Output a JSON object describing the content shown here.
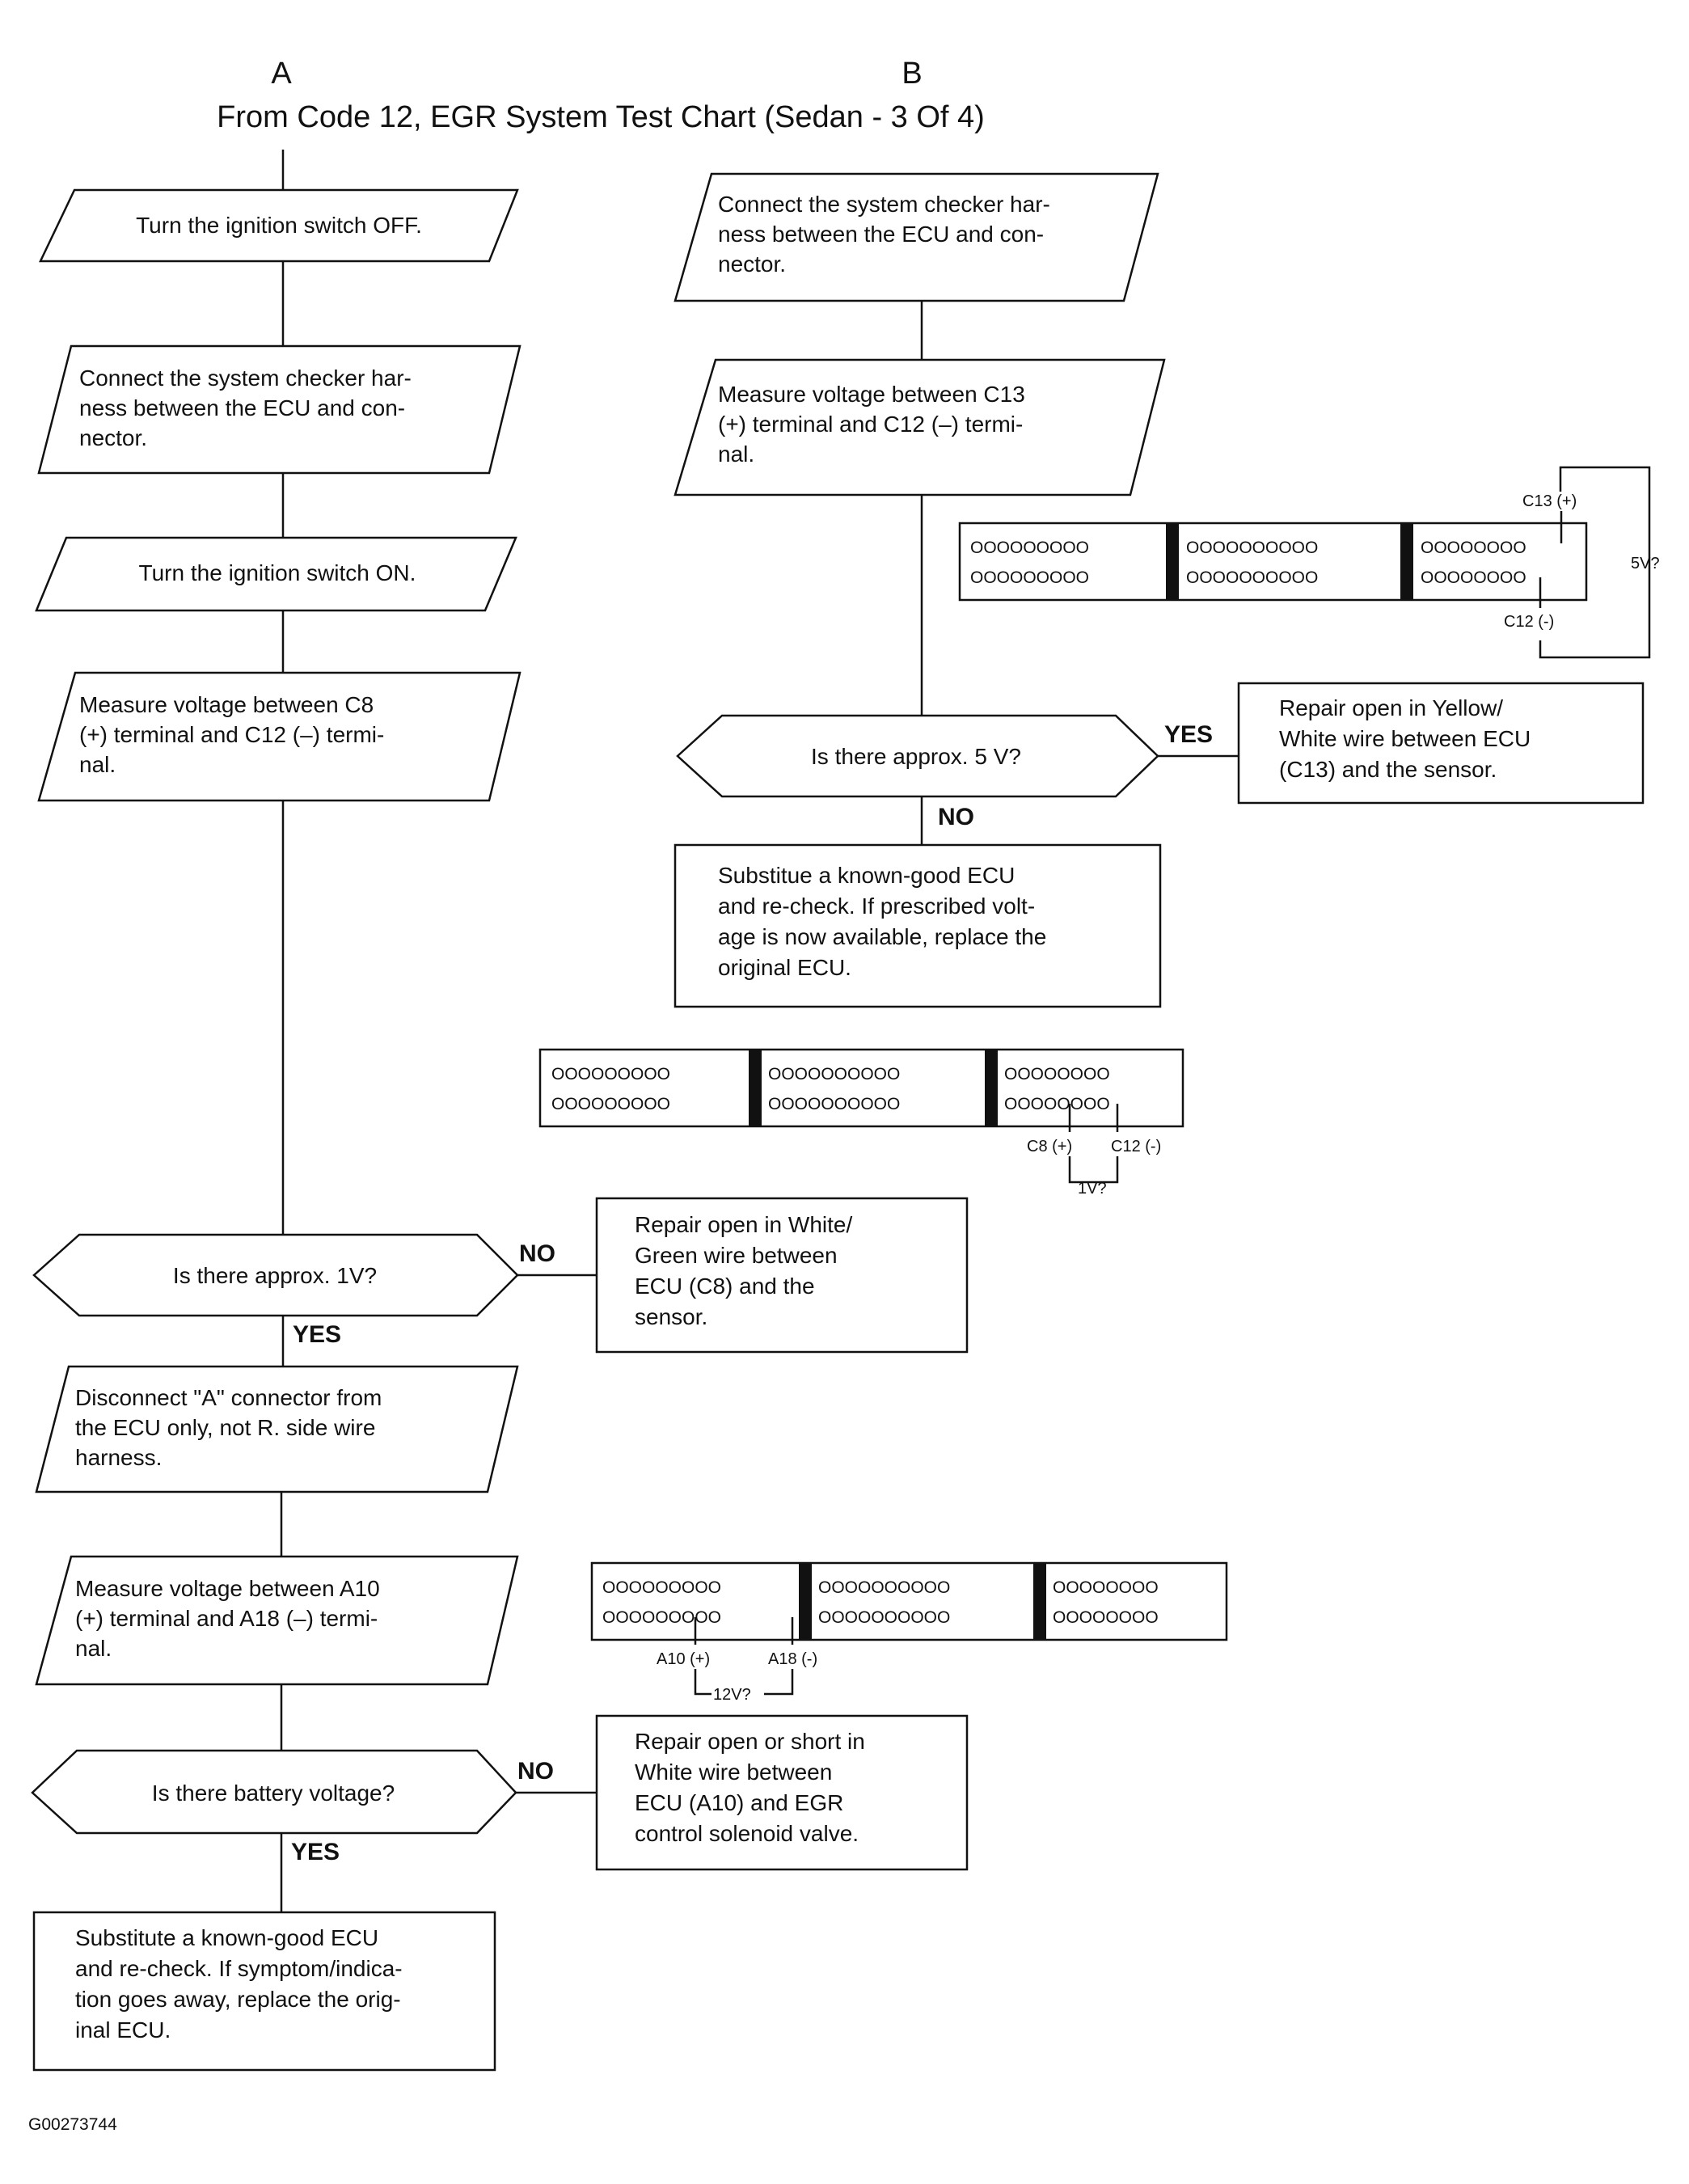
{
  "header": {
    "column_a": "A",
    "column_b": "B",
    "title": "From Code 12, EGR System Test Chart (Sedan - 3 Of 4)"
  },
  "column_a": {
    "step1": [
      "Turn the ignition switch OFF."
    ],
    "step2": [
      "Connect the system checker har-",
      "ness between the ECU and con-",
      "nector."
    ],
    "step3": [
      "Turn the ignition switch ON."
    ],
    "step4": [
      "Measure voltage between C8",
      "(+) terminal and C12 (–) termi-",
      "nal."
    ],
    "decision1": "Is there approx. 1V?",
    "decision1_no": "NO",
    "decision1_yes": "YES",
    "repair1": [
      "Repair open in White/",
      "Green wire between",
      "ECU (C8) and the",
      "sensor."
    ],
    "step5": [
      "Disconnect \"A\" connector from",
      "the ECU only, not R. side wire",
      "harness."
    ],
    "step6": [
      "Measure voltage between A10",
      "(+) terminal and A18 (–) termi-",
      "nal."
    ],
    "decision2": "Is there battery voltage?",
    "decision2_no": "NO",
    "decision2_yes": "YES",
    "repair2": [
      "Repair open or short in",
      "White wire between",
      "ECU (A10) and EGR",
      "control solenoid valve."
    ],
    "final": [
      "Substitute a known-good ECU",
      "and re-check. If symptom/indica-",
      "tion goes away, replace the orig-",
      "inal ECU."
    ]
  },
  "column_b": {
    "step1": [
      "Connect the system checker har-",
      "ness between the ECU and con-",
      "nector."
    ],
    "step2": [
      "Measure voltage between C13",
      "(+) terminal and C12 (–) termi-",
      "nal."
    ],
    "decision": "Is there approx. 5 V?",
    "decision_yes": "YES",
    "decision_no": "NO",
    "repair": [
      "Repair open in Yellow/",
      "White wire between ECU",
      "(C13) and the sensor."
    ],
    "substitute": [
      "Substitue a known-good ECU",
      "and re-check. If prescribed volt-",
      "age is now available, replace the",
      "original ECU."
    ]
  },
  "connectors": {
    "c13_c12": {
      "rows": [
        "OOOOOOOOO",
        "OOOOOOOOOO",
        "OOOOOOOO"
      ],
      "label_plus": "C13 (+)",
      "label_minus": "C12 (-)",
      "voltage": "5V?"
    },
    "c8_c12": {
      "rows": [
        "OOOOOOOOO",
        "OOOOOOOOOO",
        "OOOOOOOO"
      ],
      "label_plus": "C8 (+)",
      "label_minus": "C12 (-)",
      "voltage": "1V?"
    },
    "a10_a18": {
      "rows": [
        "OOOOOOOOO",
        "OOOOOOOOOO",
        "OOOOOOOO"
      ],
      "label_plus": "A10 (+)",
      "label_minus": "A18 (-)",
      "voltage": "12V?"
    }
  },
  "footer": {
    "code": "G00273744"
  }
}
